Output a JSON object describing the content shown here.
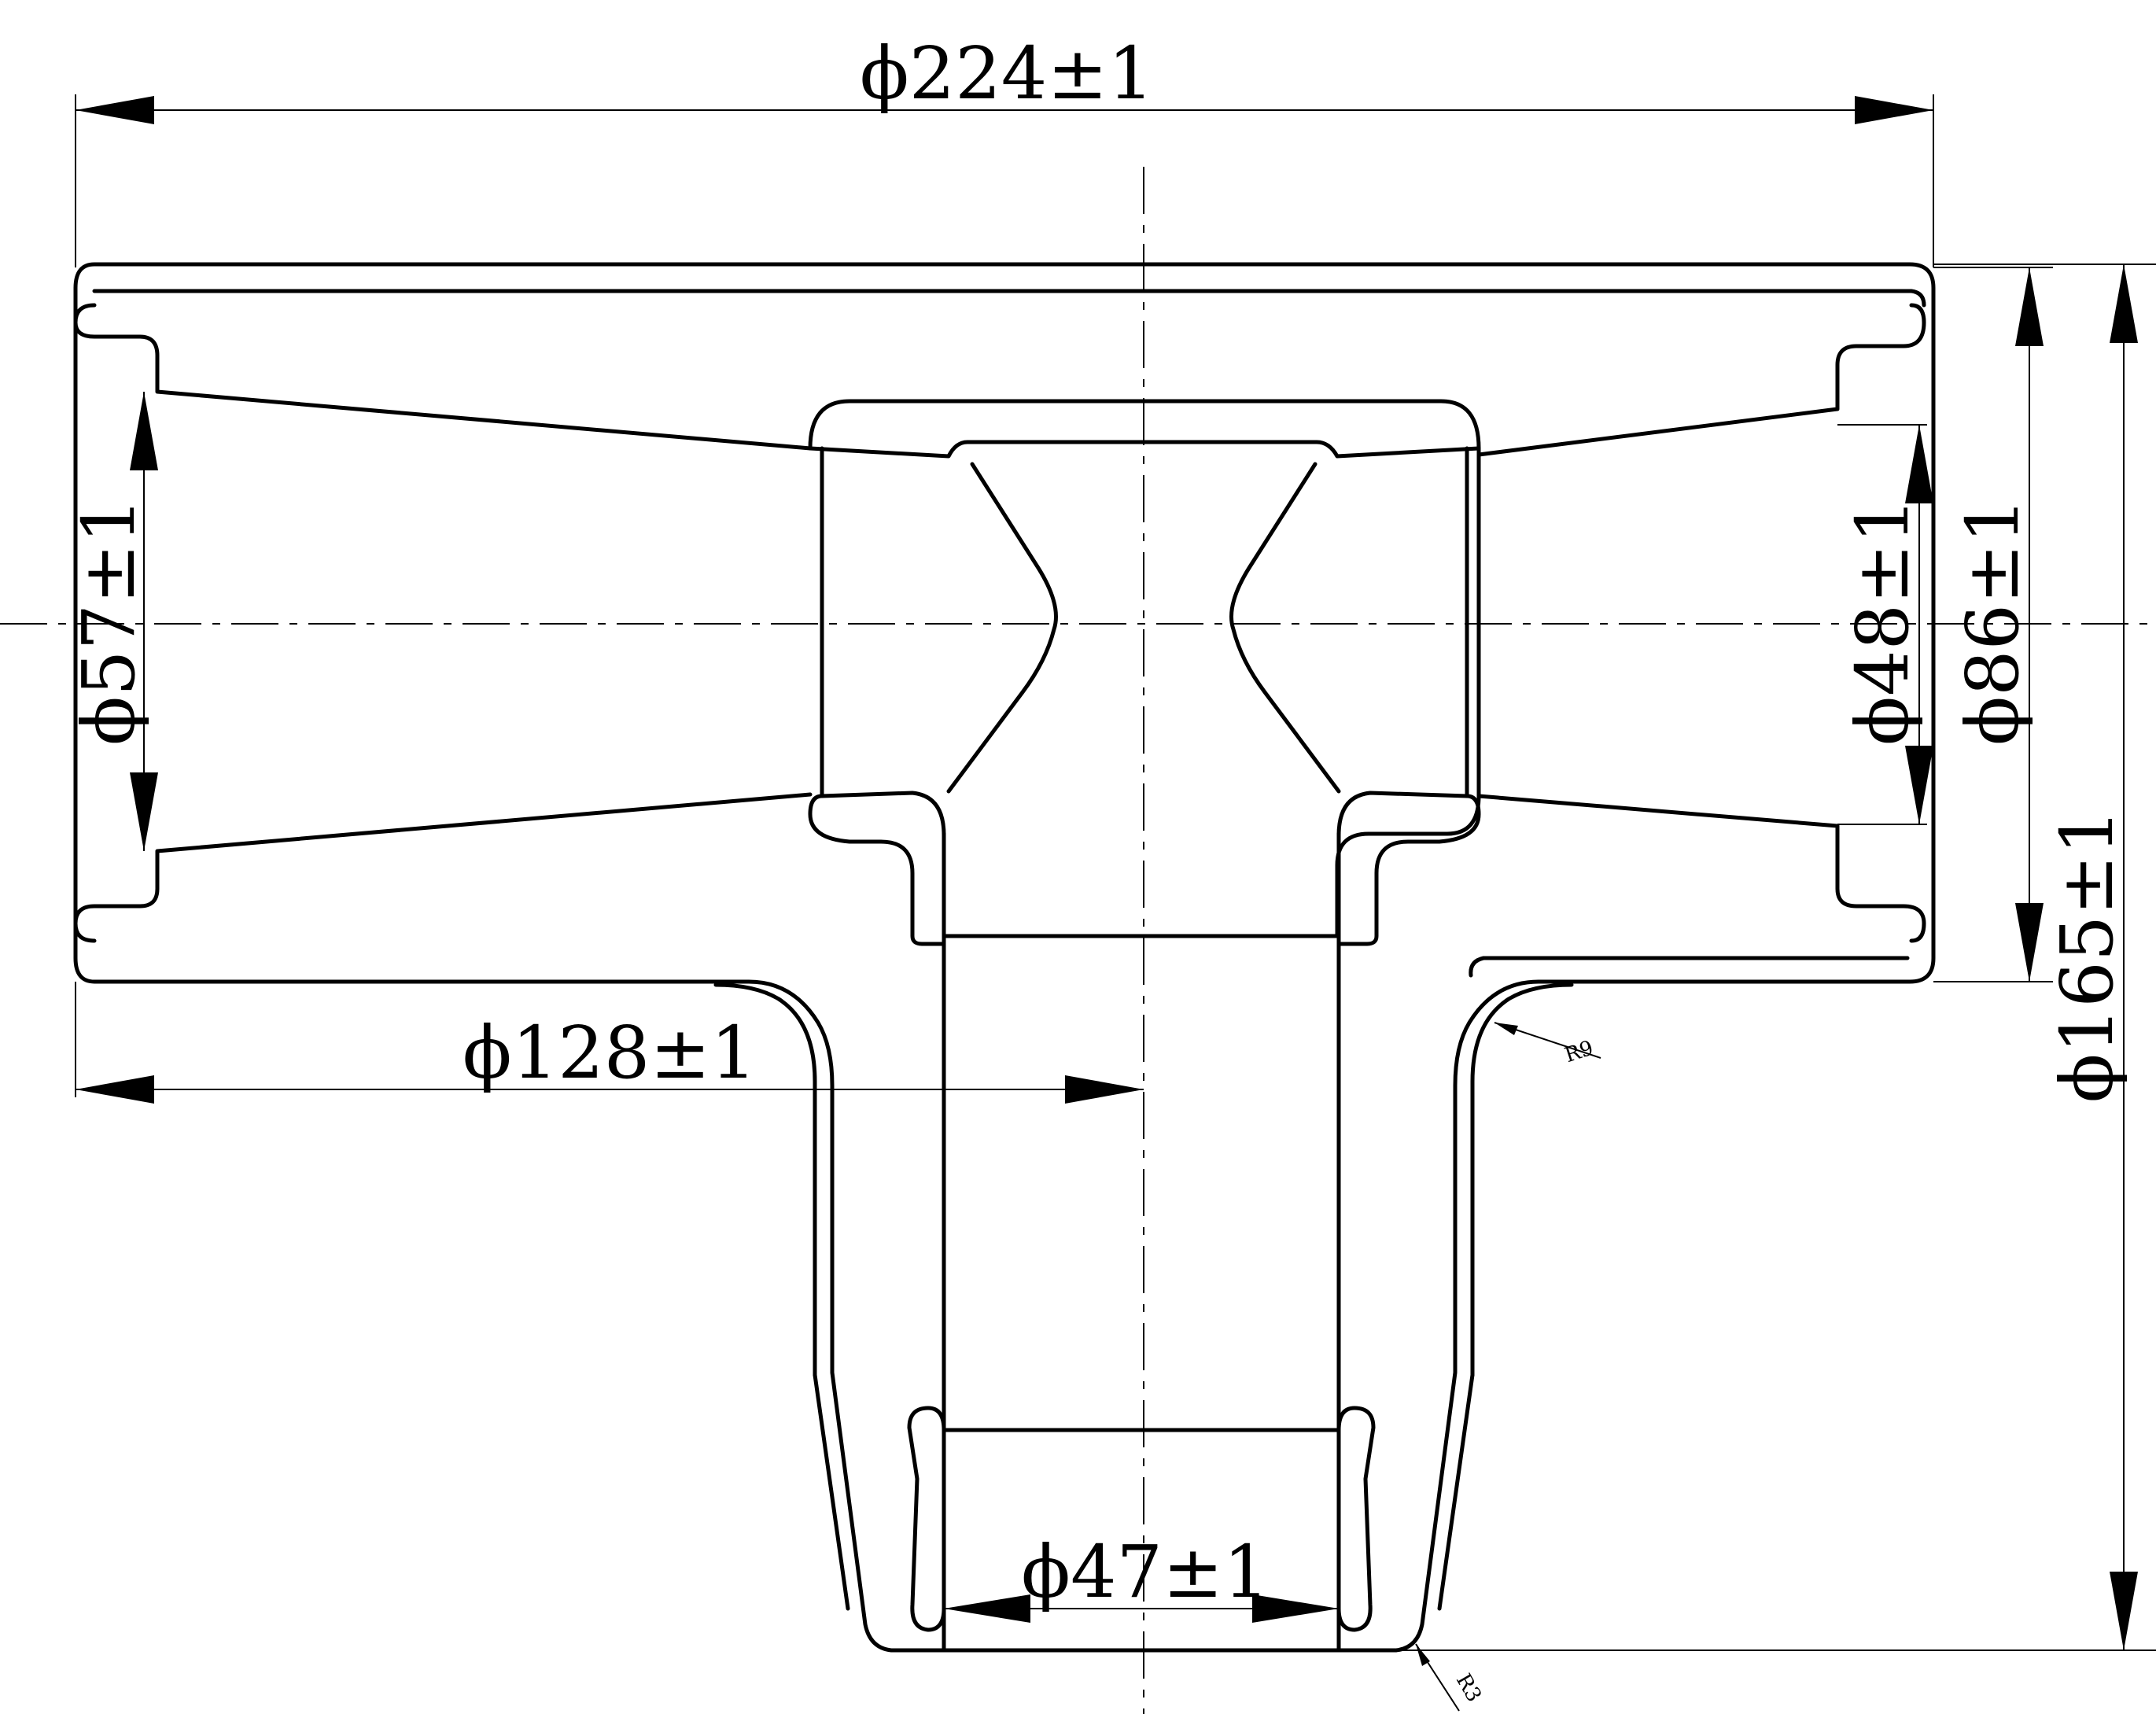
{
  "dimensions": {
    "overall_width": "ϕ224±1",
    "base_width": "ϕ128±1",
    "bottom_bore": "ϕ47±1",
    "left_bore": "ϕ57±1",
    "right_bore": "ϕ48±1",
    "right_body": "ϕ86±1",
    "overall_height": "ϕ165±1"
  },
  "radii": {
    "outer_fillet": "R9",
    "tip_fillet": "R3"
  }
}
